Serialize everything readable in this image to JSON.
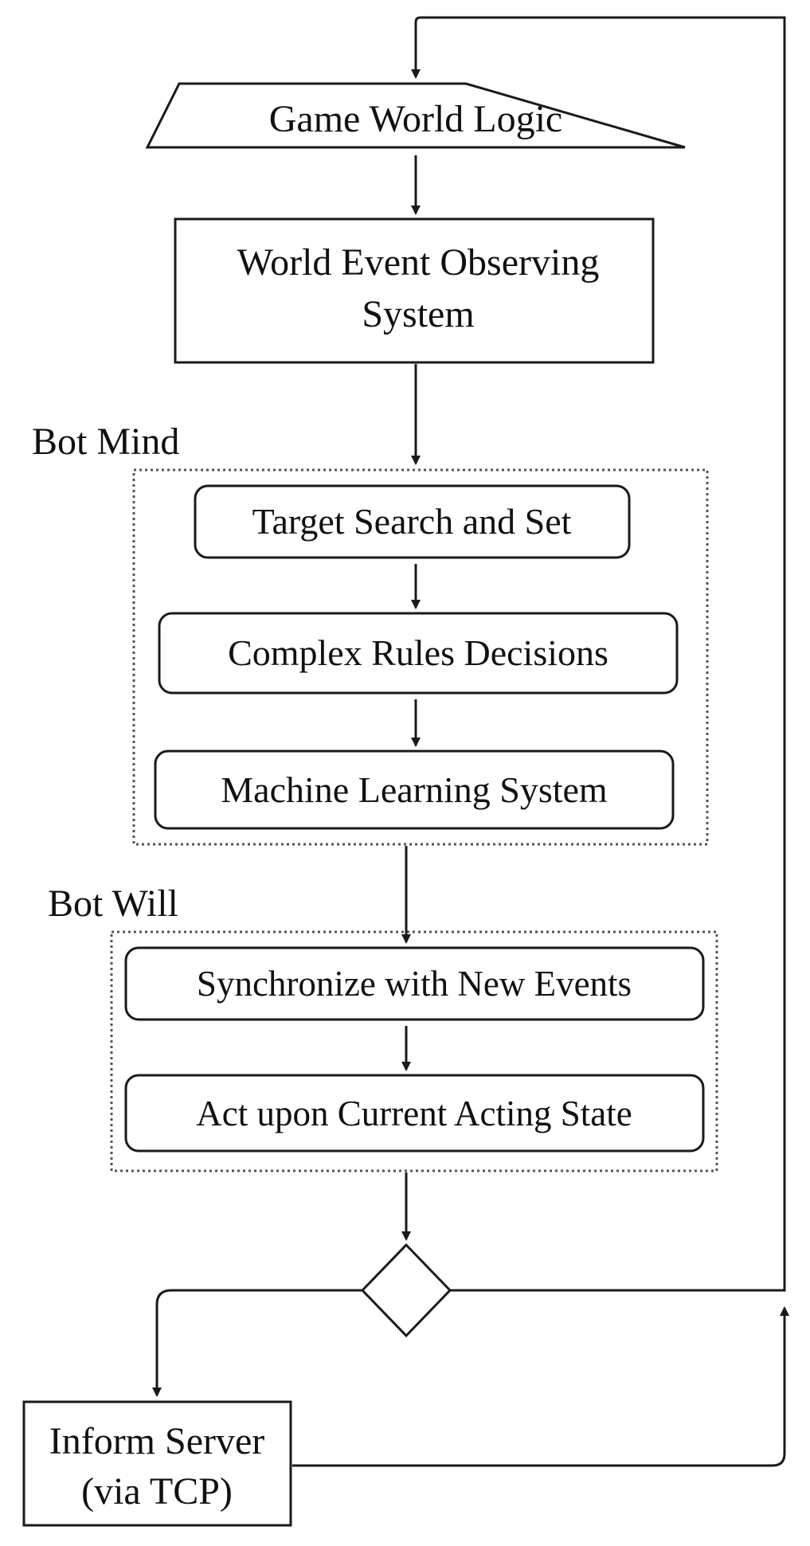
{
  "diagram": {
    "start": {
      "label": "Game World Logic"
    },
    "observer": {
      "line1": "World Event Observing",
      "line2": "System"
    },
    "bot_mind": {
      "title": "Bot Mind",
      "steps": [
        "Target Search and Set",
        "Complex Rules Decisions",
        "Machine Learning System"
      ]
    },
    "bot_will": {
      "title": "Bot Will",
      "steps": [
        "Synchronize with New Events",
        "Act upon Current Acting State"
      ]
    },
    "inform": {
      "line1": "Inform Server",
      "line2": "(via TCP)"
    }
  },
  "colors": {
    "stroke": "#1a1a1a",
    "dotted_border": "#555555",
    "background": "#ffffff"
  }
}
